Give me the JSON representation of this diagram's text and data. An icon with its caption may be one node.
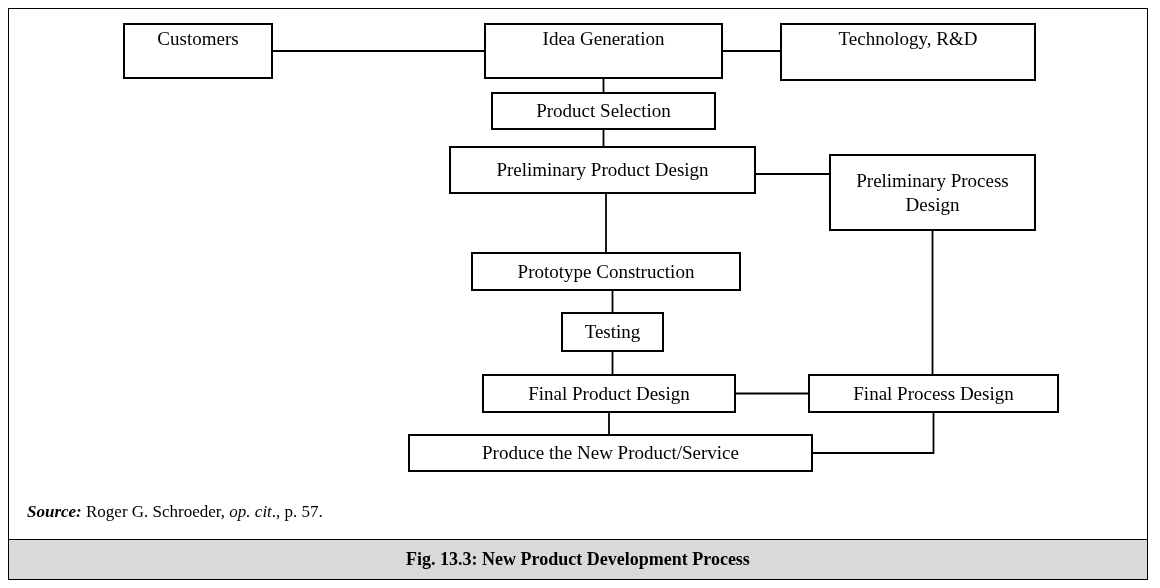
{
  "diagram": {
    "caption": "Fig. 13.3: New Product Development Process",
    "nodes": [
      {
        "text": [
          "Customers"
        ]
      },
      {
        "text": [
          "Idea Generation"
        ]
      },
      {
        "text": [
          "Technology, R&D"
        ]
      },
      {
        "text": [
          "Product Selection"
        ]
      },
      {
        "text": [
          "Preliminary Product Design"
        ]
      },
      {
        "text": [
          "Preliminary Process Design"
        ]
      },
      {
        "text": [
          "Prototype Construction"
        ]
      },
      {
        "text": [
          "Testing"
        ]
      },
      {
        "text": [
          "Final Product Design"
        ]
      },
      {
        "text": [
          "Final Process Design"
        ]
      },
      {
        "text": [
          "Produce the New Product/Service"
        ]
      }
    ],
    "edges": [
      {
        "from": 0,
        "to": 1,
        "arrow": "none"
      },
      {
        "from": 1,
        "to": 2,
        "arrow": "none"
      },
      {
        "from": 1,
        "to": 3,
        "arrow": "none"
      },
      {
        "from": 3,
        "to": 4,
        "arrow": "none"
      },
      {
        "from": 4,
        "to": 5,
        "arrow": "none"
      },
      {
        "from": 4,
        "to": 6,
        "arrow": "none"
      },
      {
        "from": 6,
        "to": 7,
        "arrow": "none"
      },
      {
        "from": 7,
        "to": 8,
        "arrow": "none"
      },
      {
        "from": 5,
        "to": 9,
        "arrow": "none"
      },
      {
        "from": 8,
        "to": 9,
        "arrow": "none"
      },
      {
        "from": 8,
        "to": 10,
        "arrow": "none"
      },
      {
        "from": 9,
        "to": 10,
        "arrow": "none"
      }
    ],
    "labels": [
      "**Source:** Roger G. Schroeder, *op. cit*., p. 57."
    ]
  }
}
